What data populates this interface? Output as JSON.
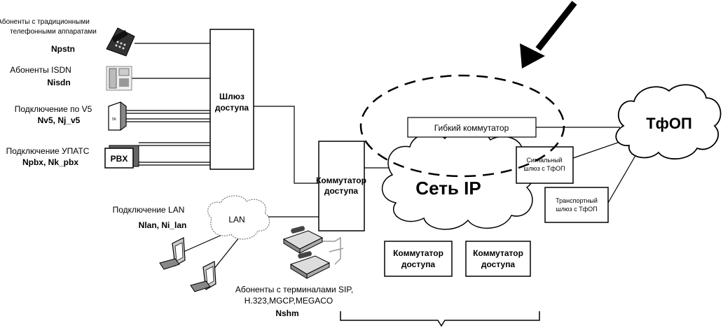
{
  "subscribers": {
    "pstn_line1": "Абоненты с традиционными",
    "pstn_line2": "телефонными аппаратами",
    "pstn_code": "Npstn",
    "isdn": "Абоненты ISDN",
    "isdn_code": "Nisdn",
    "v5": "Подключение по V5",
    "v5_code": "Nv5, Nj_v5",
    "pbx_label": "Подключение УПАТС",
    "pbx_code": "Npbx, Nk_pbx",
    "pbx_box": "PBX",
    "v5_icon_text": "5K"
  },
  "gateway": {
    "line1": "Шлюз",
    "line2": "доступа"
  },
  "access_switch": {
    "line1": "Коммутатор",
    "line2": "доступа"
  },
  "softswitch": "Гибкий коммутатор",
  "ip_network": "Сеть IP",
  "pstn_cloud": "ТфОП",
  "signal_gw": {
    "line1": "Сигнальный",
    "line2": "шлюз с ТфОП"
  },
  "transport_gw": {
    "line1": "Транспортный",
    "line2": "шлюз с ТфОП"
  },
  "access_switch_2": {
    "line1": "Коммутатор",
    "line2": "доступа"
  },
  "access_switch_3": {
    "line1": "Коммутатор",
    "line2": "доступа"
  },
  "lan": {
    "label": "Подключение LAN",
    "code": "Nlan, Ni_lan",
    "cloud": "LAN"
  },
  "sip": {
    "line1": "Абоненты с терминалами SIP,",
    "line2": "H.323,MGCP,MEGACO",
    "code": "Nshm"
  }
}
